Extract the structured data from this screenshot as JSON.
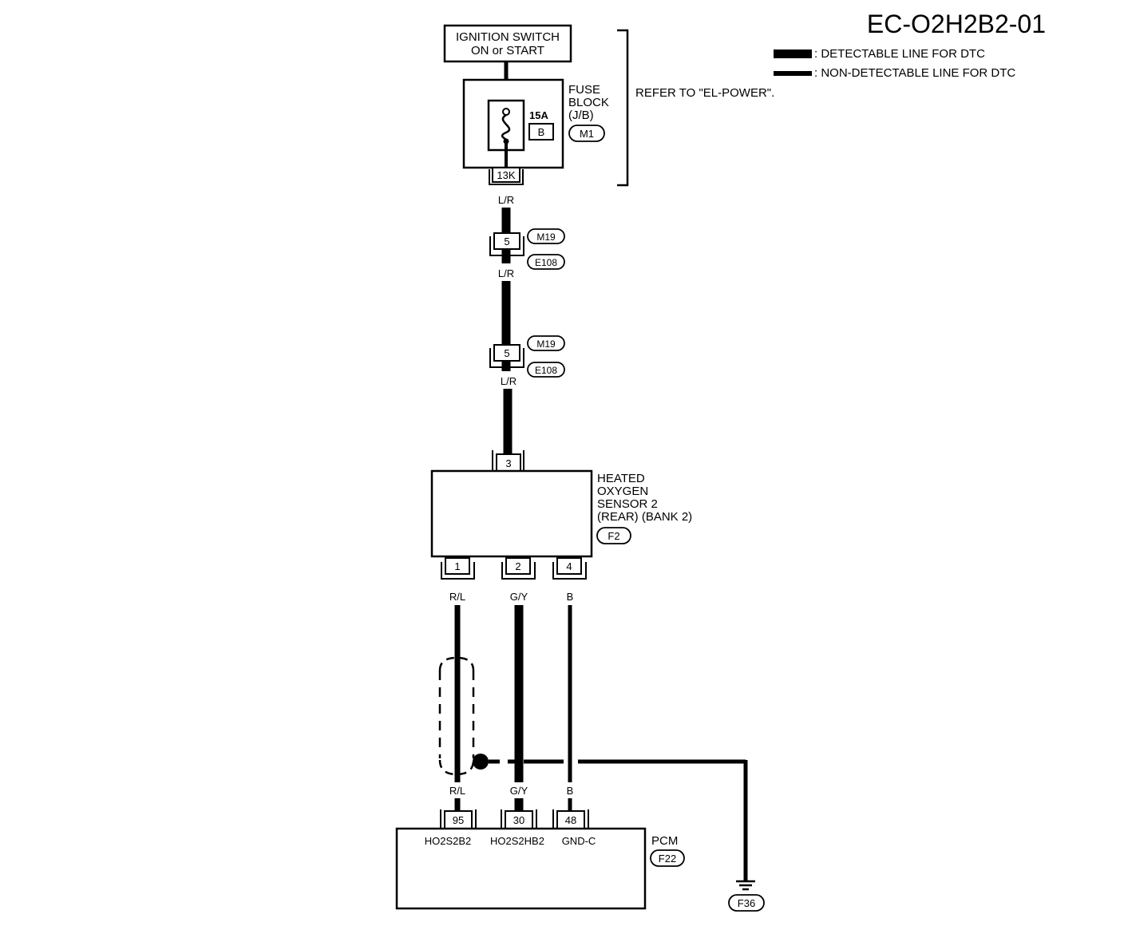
{
  "title": "EC-O2H2B2-01",
  "legend": {
    "detectable": ": DETECTABLE LINE FOR DTC",
    "non_detectable": ": NON-DETECTABLE LINE FOR DTC"
  },
  "refer": "REFER TO \"EL-POWER\".",
  "ignition": {
    "line1": "IGNITION SWITCH",
    "line2": "ON or START"
  },
  "fuse_block": {
    "line1": "FUSE",
    "line2": "BLOCK",
    "line3": "(J/B)",
    "connector": "M1",
    "fuse": "15A",
    "fuse_id": "B",
    "terminal": "13K"
  },
  "wire_color_lr": "L/R",
  "joint": {
    "terminal": "5",
    "upper": "M19",
    "lower": "E108"
  },
  "sensor": {
    "line1": "HEATED",
    "line2": "OXYGEN",
    "line3": "SENSOR 2",
    "line4": "(REAR) (BANK 2)",
    "connector": "F2",
    "terminal_in": "3",
    "terminals": [
      "1",
      "2",
      "4"
    ]
  },
  "wires": {
    "rl": "R/L",
    "gy": "G/Y",
    "b": "B"
  },
  "pcm": {
    "name": "PCM",
    "connector": "F22",
    "terminals": [
      "95",
      "30",
      "48"
    ],
    "sig1": "HO2S2B2",
    "sig2": "HO2S2HB2",
    "sig3": "GND-C"
  },
  "ground": "F36"
}
